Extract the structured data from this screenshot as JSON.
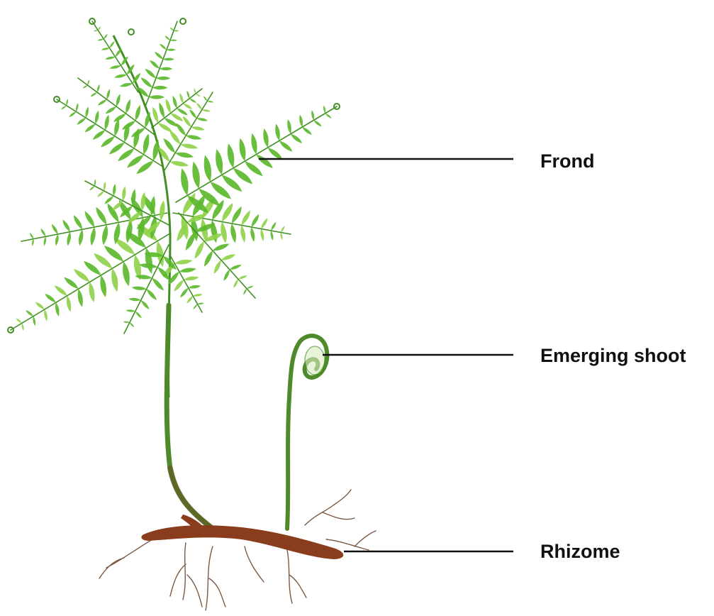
{
  "labels": {
    "frond": "Frond",
    "emerging_shoot": "Emerging shoot",
    "rhizome": "Rhizome"
  },
  "colors": {
    "frond_light": "#8fd14a",
    "frond_mid": "#5cb82e",
    "frond_dark": "#3f8f22",
    "stem": "#4e8a2a",
    "rhizome": "#8a3d1c",
    "roots": "#7a5a45",
    "leader_line": "#111111"
  }
}
